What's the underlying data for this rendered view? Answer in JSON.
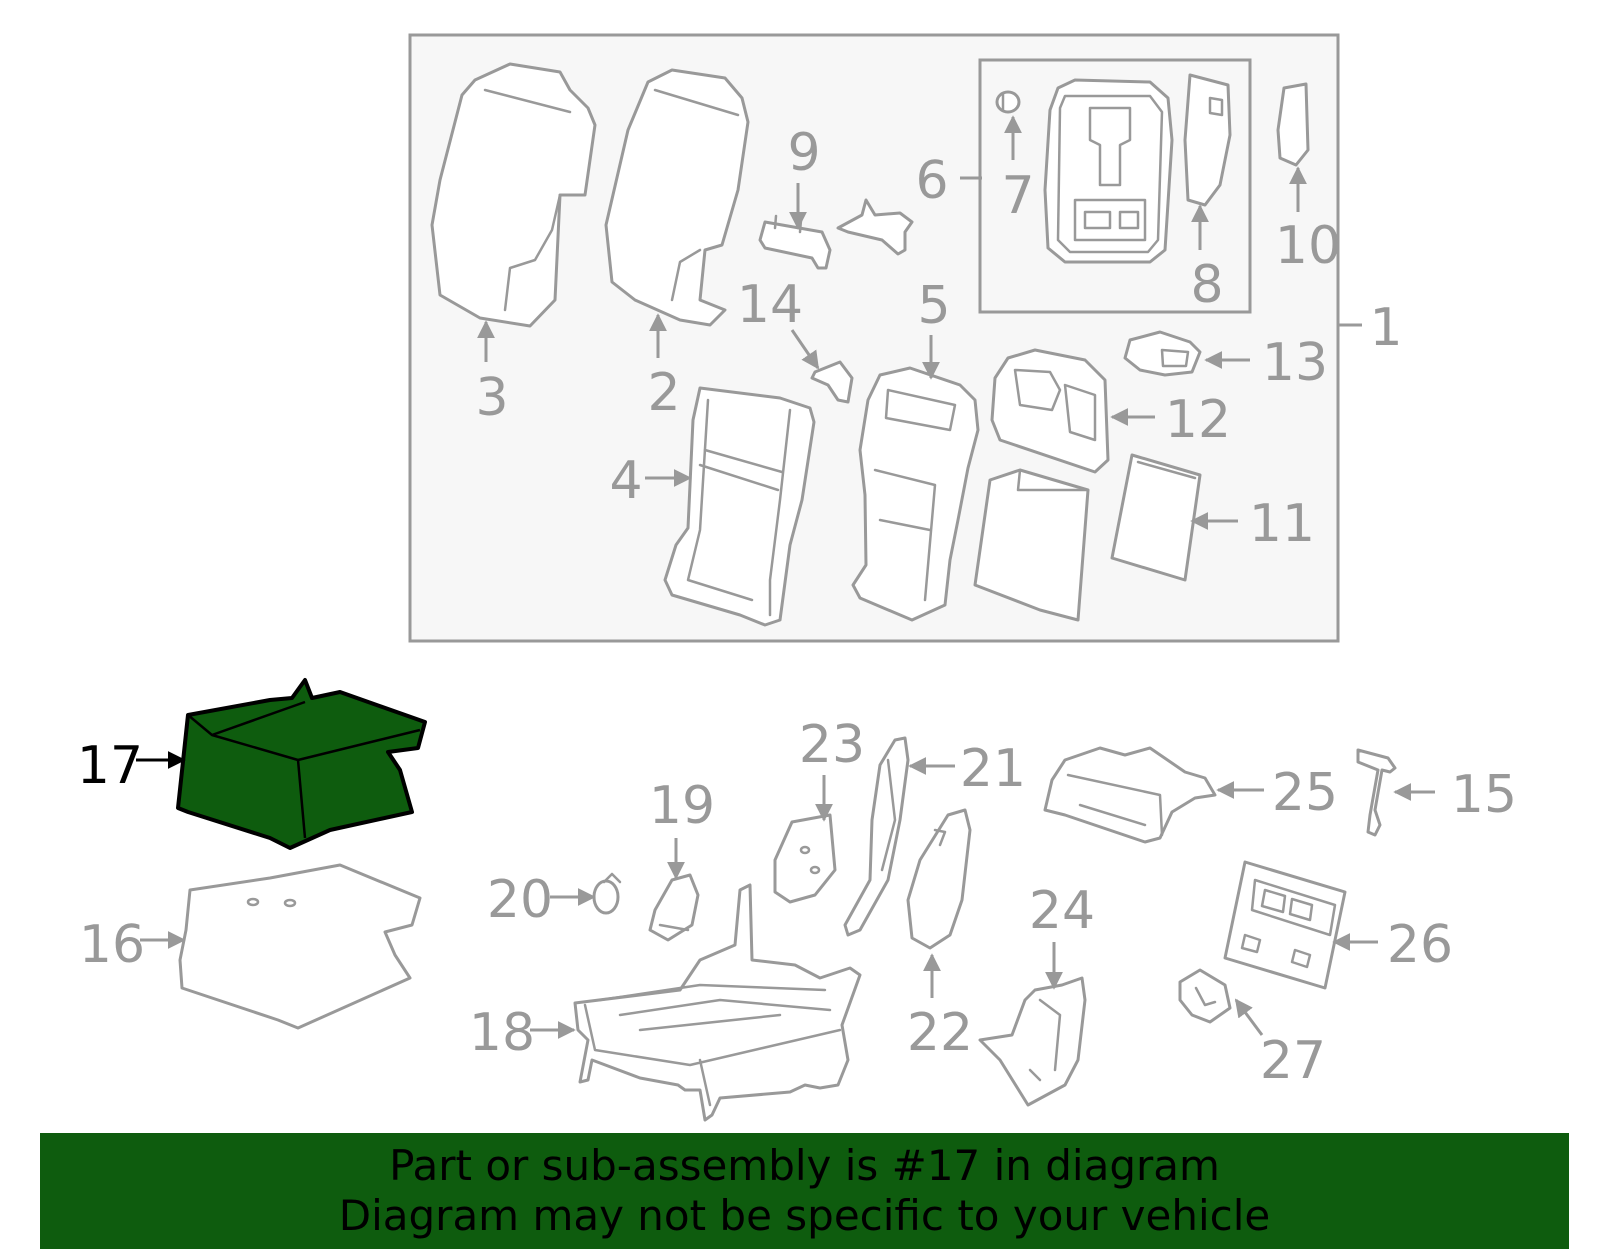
{
  "colors": {
    "highlight": "#0e5c0e",
    "banner": "#0e5c0e",
    "line": "#999999",
    "box_fill": "#f7f7f7"
  },
  "callouts": {
    "c1": "1",
    "c2": "2",
    "c3": "3",
    "c4": "4",
    "c5": "5",
    "c6": "6",
    "c7": "7",
    "c8": "8",
    "c9": "9",
    "c10": "10",
    "c11": "11",
    "c12": "12",
    "c13": "13",
    "c14": "14",
    "c15": "15",
    "c16": "16",
    "c17": "17",
    "c18": "18",
    "c19": "19",
    "c20": "20",
    "c21": "21",
    "c22": "22",
    "c23": "23",
    "c24": "24",
    "c25": "25",
    "c26": "26",
    "c27": "27"
  },
  "banner": {
    "line1": "Part or sub-assembly is #17 in diagram",
    "line2": "Diagram may not be specific to your vehicle"
  }
}
